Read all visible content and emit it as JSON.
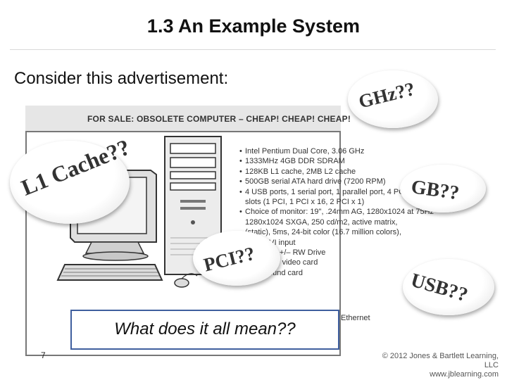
{
  "slide": {
    "title": "1.3 An Example System",
    "subtitle": "Consider this advertisement:",
    "page_number": "7",
    "question": "What does it all mean??"
  },
  "ad": {
    "header": "FOR SALE: OBSOLETE COMPUTER – CHEAP! CHEAP! CHEAP!",
    "specs": [
      {
        "text": "Intel Pentium Dual Core, 3.06 GHz",
        "bullet": true
      },
      {
        "text": "1333MHz 4GB DDR SDRAM",
        "bullet": true
      },
      {
        "text": "128KB L1 cache, 2MB L2 cache",
        "bullet": true
      },
      {
        "text": "500GB serial ATA hard drive (7200 RPM)",
        "bullet": true
      },
      {
        "text": "4 USB ports, 1 serial port, 1 parallel port, 4 PCI",
        "bullet": true
      },
      {
        "text": "slots (1 PCI, 1 PCI x 16, 2 PCI x 1)",
        "bullet": false
      },
      {
        "text": "Choice of monitor: 19\", .24mm AG, 1280x1024 at 75Hz",
        "bullet": true
      },
      {
        "text": "1280x1024 SXGA, 250 cd/m2, active matrix,",
        "bullet": false
      },
      {
        "text": "(static), 5ms, 24-bit color (16.7 million colors),",
        "bullet": false
      },
      {
        "text": "VGA/DVI input",
        "bullet": false
      },
      {
        "text": "16X DVD +/– RW Drive",
        "bullet": true
      },
      {
        "text": "1GB PCIe video card",
        "bullet": true
      },
      {
        "text": "PCIe sound card",
        "bullet": true
      }
    ],
    "footer_fragment": "Ethernet"
  },
  "callouts": {
    "ghz": "GHz??",
    "l1cache": "L1 Cache??",
    "gb": "GB??",
    "pci": "PCI??",
    "usb": "USB??"
  },
  "copyright": {
    "line1": "© 2012 Jones & Bartlett Learning, LLC",
    "line2": "www.jblearning.com"
  },
  "colors": {
    "question_border": "#3f5f9e",
    "bubble_text": "#333333"
  }
}
